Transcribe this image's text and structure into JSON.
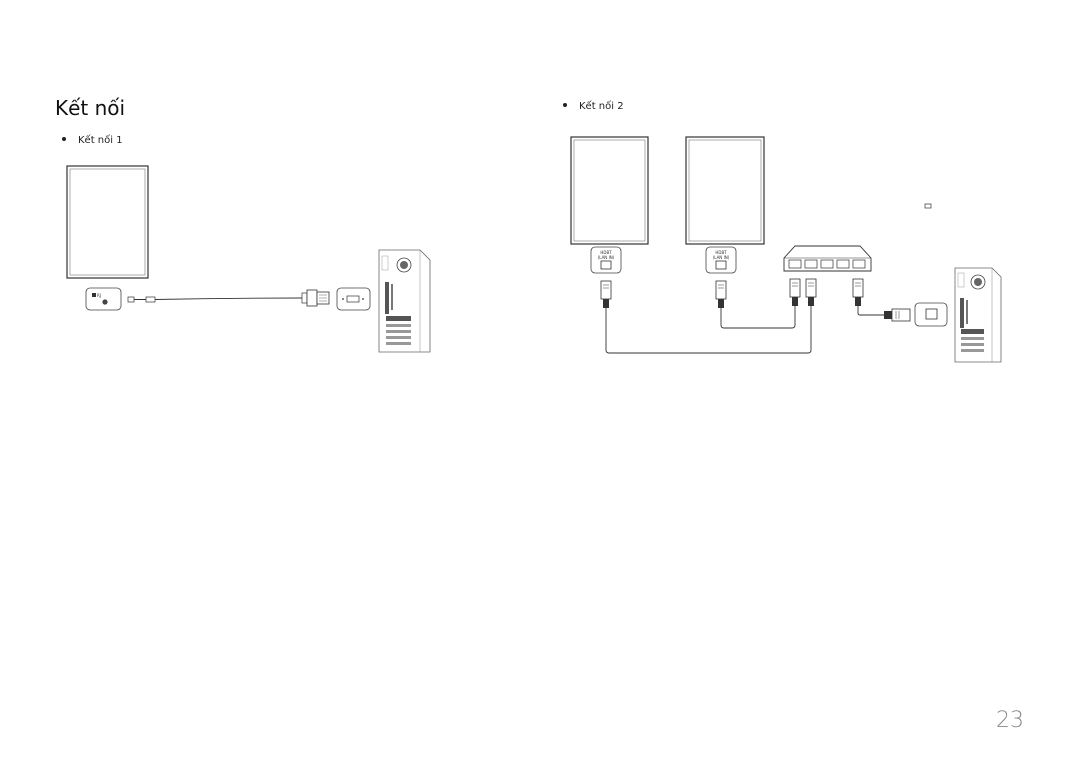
{
  "page": {
    "title": "Kết nối",
    "bullet_1": "Kết nối 1",
    "bullet_2": "Kết nối 2",
    "page_number": "23"
  },
  "ports": {
    "display_rj45_1": "HDBT\n(LAN IN)",
    "display_rj45_2": "HDBT\n(LAN IN)",
    "rs232": "RJ"
  }
}
